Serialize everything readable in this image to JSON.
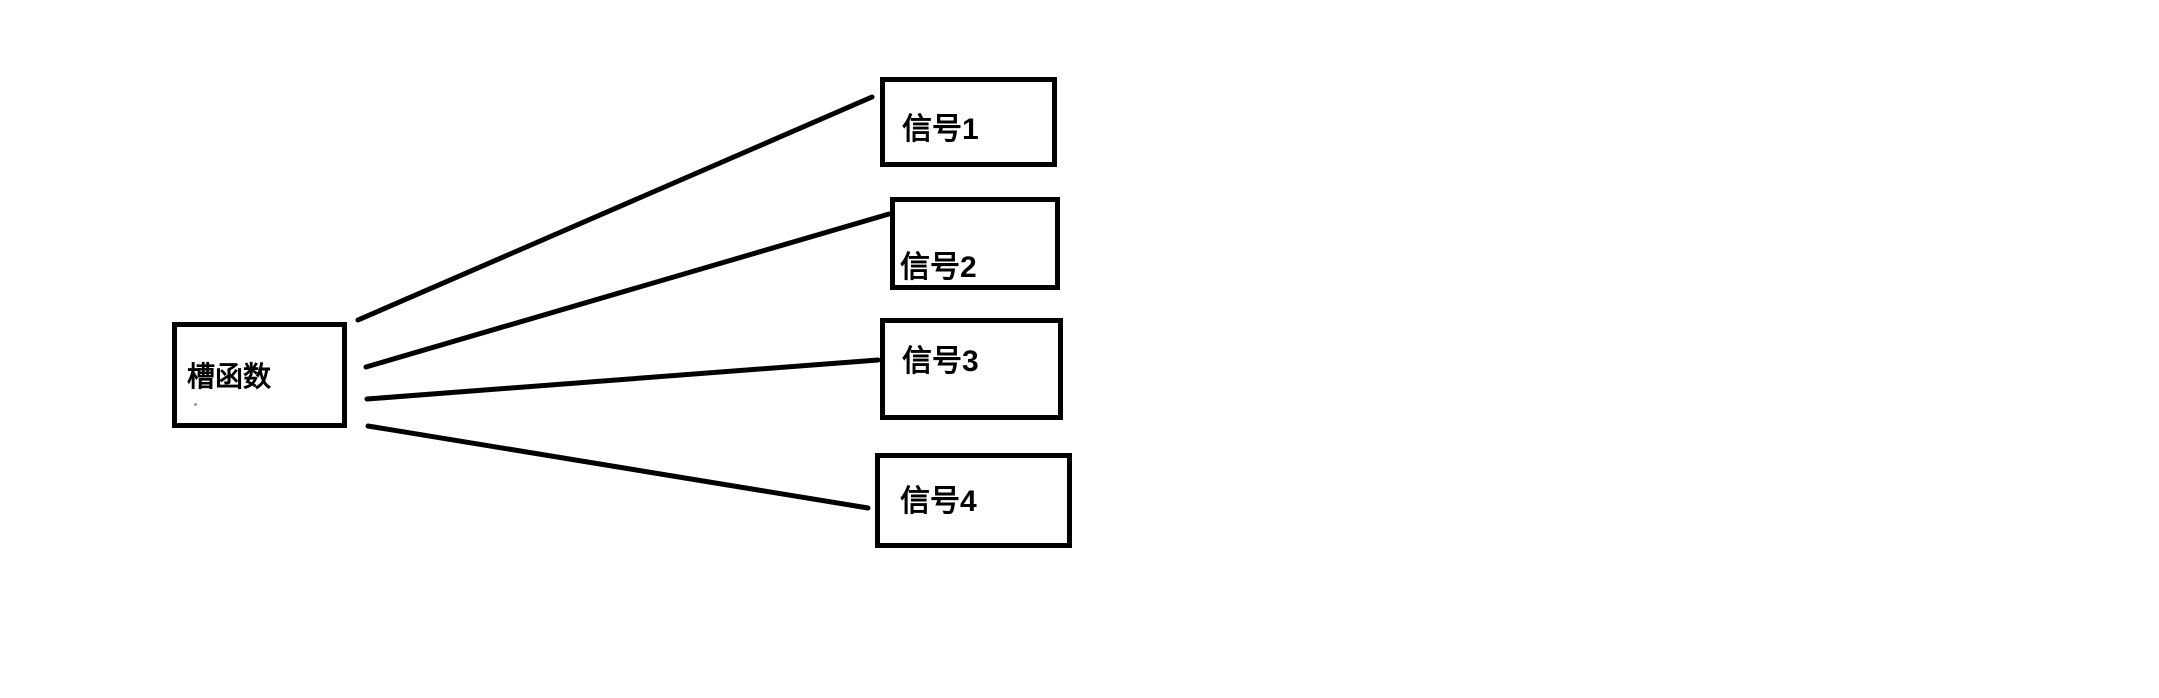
{
  "diagram": {
    "nodes": [
      {
        "id": "slot-function",
        "label": "槽函数"
      },
      {
        "id": "signal-1",
        "label": "信号1"
      },
      {
        "id": "signal-2",
        "label": "信号2"
      },
      {
        "id": "signal-3",
        "label": "信号3"
      },
      {
        "id": "signal-4",
        "label": "信号4"
      }
    ],
    "connections": [
      {
        "from": "slot-function",
        "to": "signal-1"
      },
      {
        "from": "slot-function",
        "to": "signal-2"
      },
      {
        "from": "slot-function",
        "to": "signal-3"
      },
      {
        "from": "slot-function",
        "to": "signal-4"
      }
    ],
    "colors": {
      "background": "#ffffff",
      "stroke": "#000000",
      "text": "#000000"
    }
  }
}
